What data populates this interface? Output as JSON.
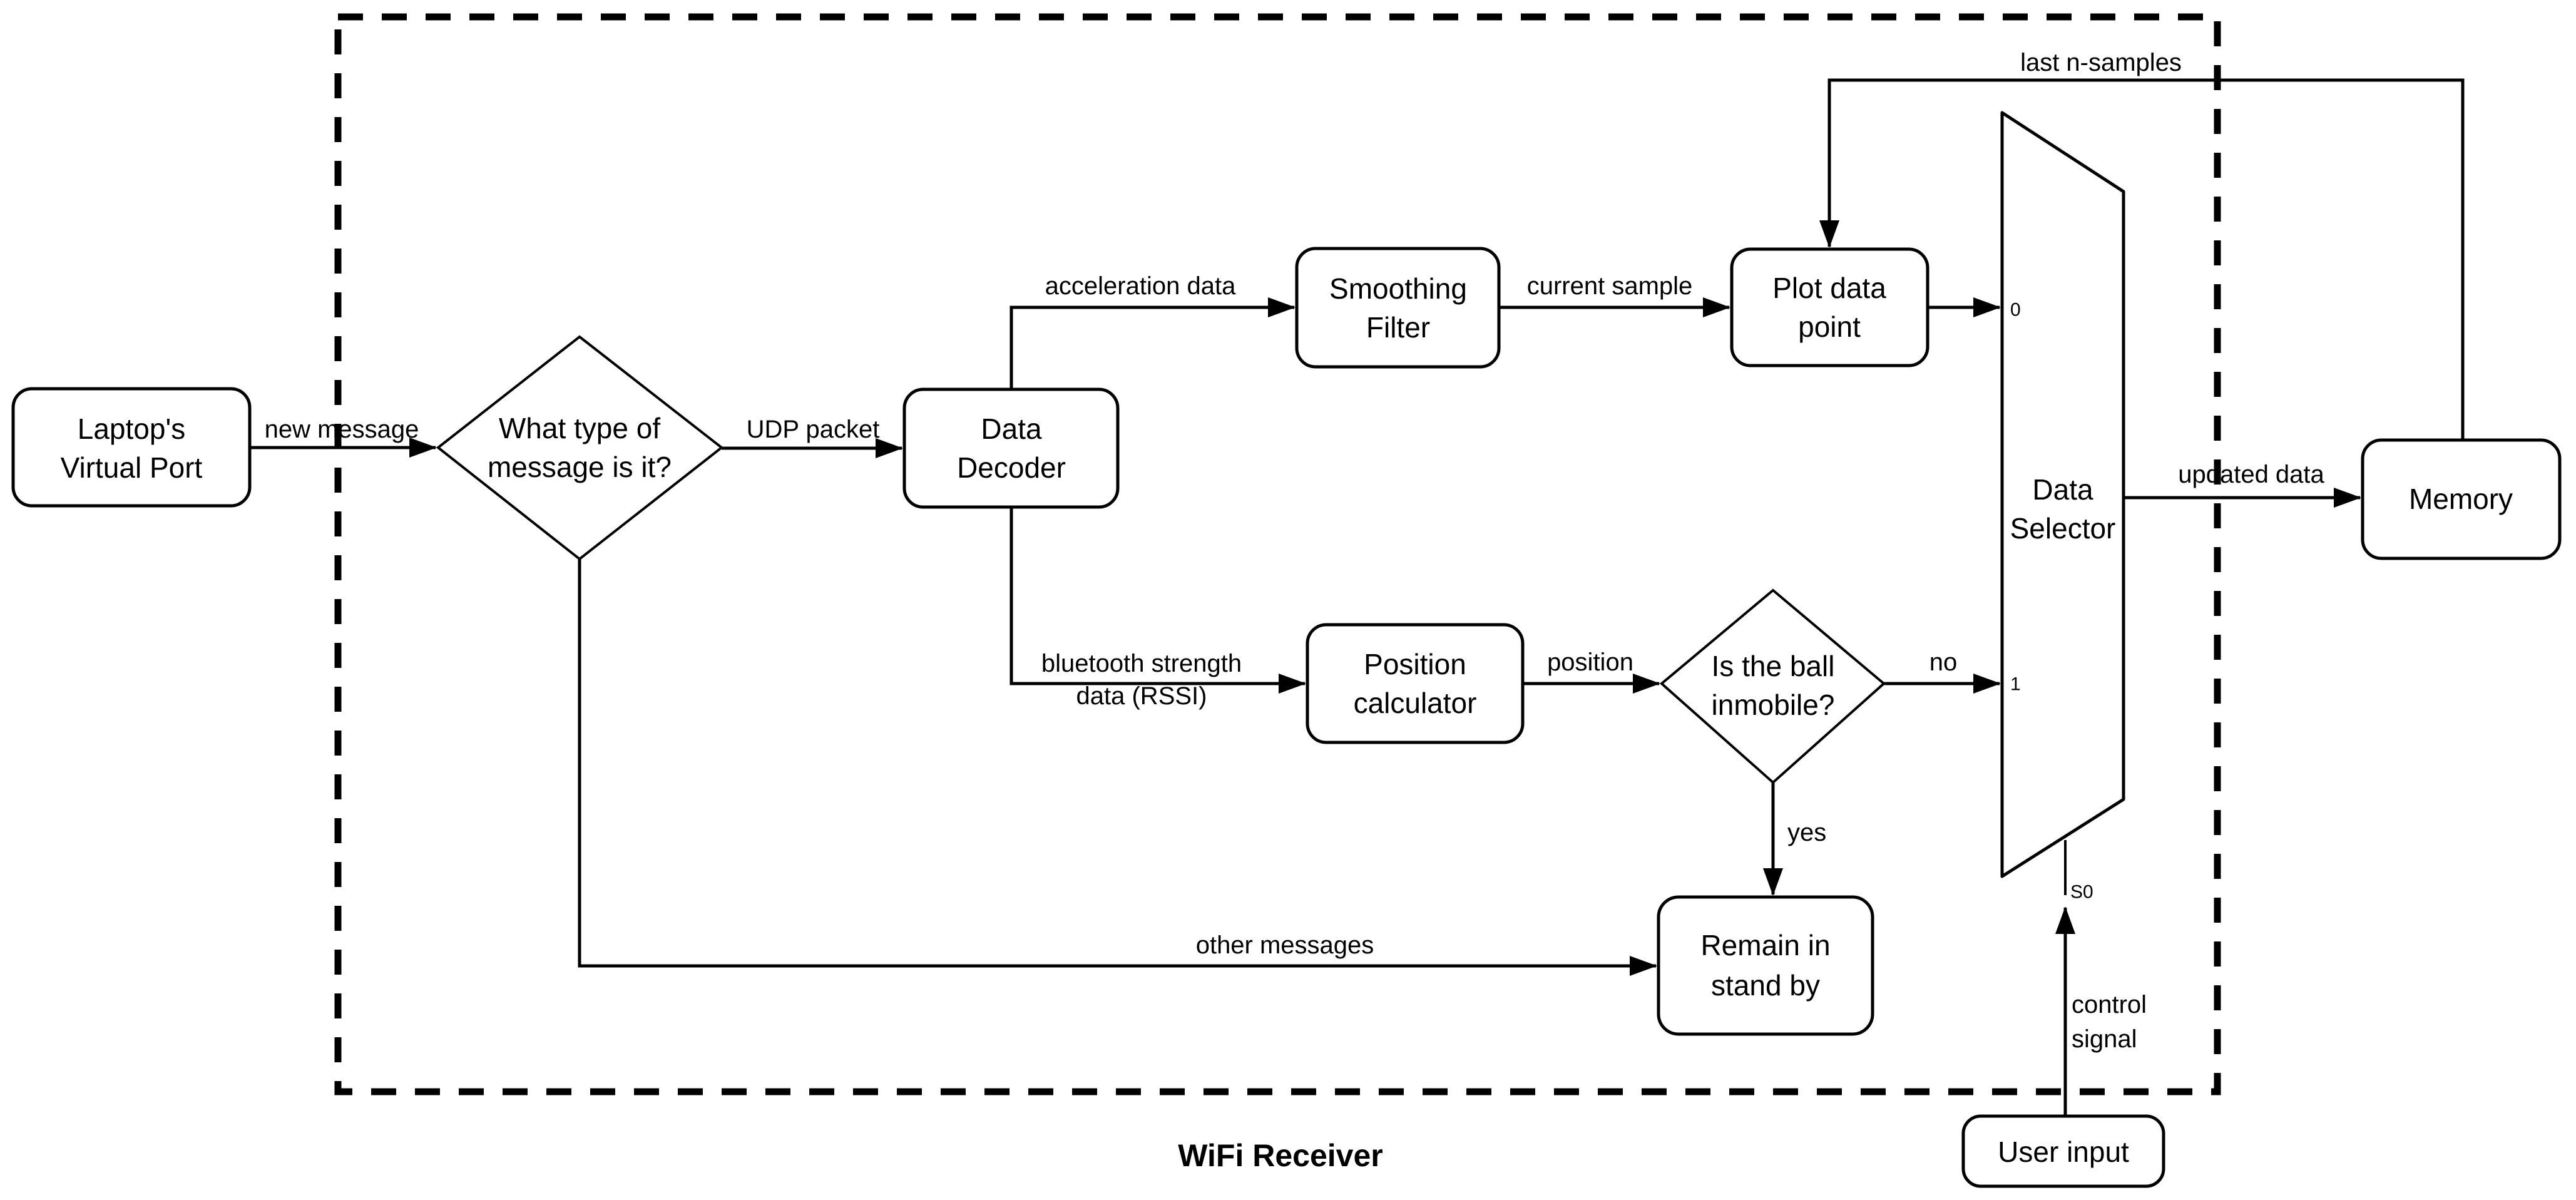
{
  "diagram": {
    "caption": "WiFi Receiver",
    "colors": {
      "stroke": "#000000",
      "fill": "#ffffff",
      "background": "#ffffff"
    },
    "nodes": {
      "laptop_virtual_port": {
        "line1": "Laptop's",
        "line2": "Virtual Port"
      },
      "message_type_decision": {
        "line1": "What type of",
        "line2": "message is it?"
      },
      "data_decoder": {
        "line1": "Data",
        "line2": "Decoder"
      },
      "smoothing_filter": {
        "line1": "Smoothing",
        "line2": "Filter"
      },
      "plot_data_point": {
        "line1": "Plot data",
        "line2": "point"
      },
      "position_calculator": {
        "line1": "Position",
        "line2": "calculator"
      },
      "ball_immobile_decision": {
        "line1": "Is the ball",
        "line2": "inmobile?"
      },
      "remain_standby": {
        "line1": "Remain in",
        "line2": "stand by"
      },
      "data_selector": {
        "line1": "Data",
        "line2": "Selector"
      },
      "memory": {
        "label": "Memory"
      },
      "user_input": {
        "label": "User input"
      }
    },
    "edges": {
      "new_message": "new message",
      "udp_packet": "UDP packet",
      "acceleration_data": "acceleration data",
      "current_sample": "current sample",
      "bluetooth_line1": "bluetooth strength",
      "bluetooth_line2": "data (RSSI)",
      "position": "position",
      "no": "no",
      "yes": "yes",
      "other_messages": "other messages",
      "updated_data": "updated data",
      "last_n_samples": "last n-samples",
      "control_line1": "control",
      "control_line2": "signal"
    },
    "ports": {
      "zero": "0",
      "one": "1",
      "select": "S0"
    }
  }
}
